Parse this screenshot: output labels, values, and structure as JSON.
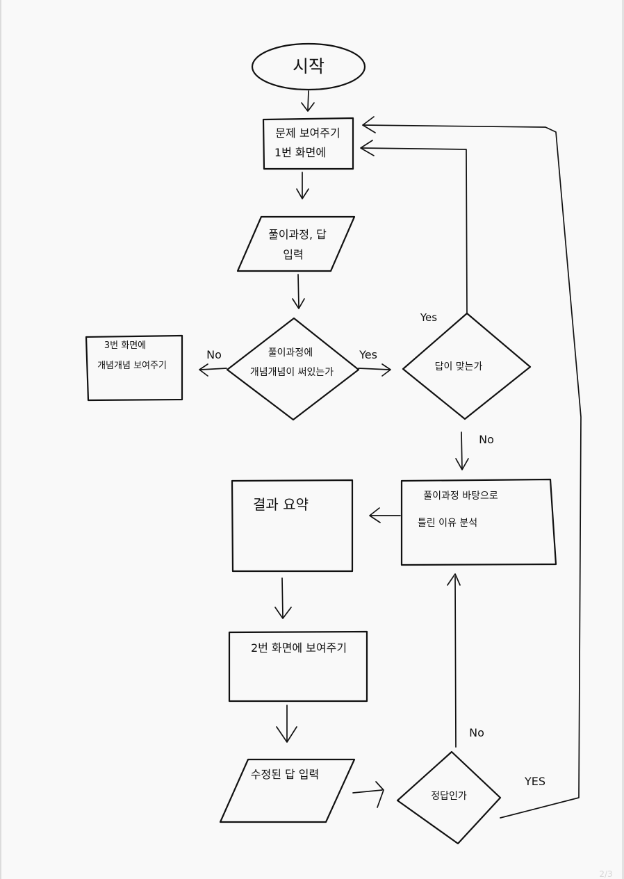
{
  "flowchart": {
    "start": "시작",
    "show_problem": [
      "문제 보여주기",
      "1번 화면에"
    ],
    "input_process": [
      "풀이과정, 답",
      "입력"
    ],
    "check_concept": [
      "풀이과정에",
      "개념개념이 써있는가"
    ],
    "show_concept": [
      "3번 화면에",
      "개념개념 보여주기"
    ],
    "answer_correct": "답이 맞는가",
    "analyze_wrong": [
      "풀이과정 바탕으로",
      "틀린 이유 분석"
    ],
    "summary": "결과 요약",
    "show_screen2": "2번 화면에 보여주기",
    "input_corrected": "수정된 답 입력",
    "is_correct": "정답인가"
  },
  "edge_labels": {
    "no_concept": "No",
    "yes_concept": "Yes",
    "yes_answer": "Yes",
    "no_answer": "No",
    "no_correct": "No",
    "yes_correct": "YES"
  },
  "footer": {
    "page": "2/3"
  },
  "colors": {
    "stroke": "#111111",
    "paper": "#f9f9f9"
  }
}
